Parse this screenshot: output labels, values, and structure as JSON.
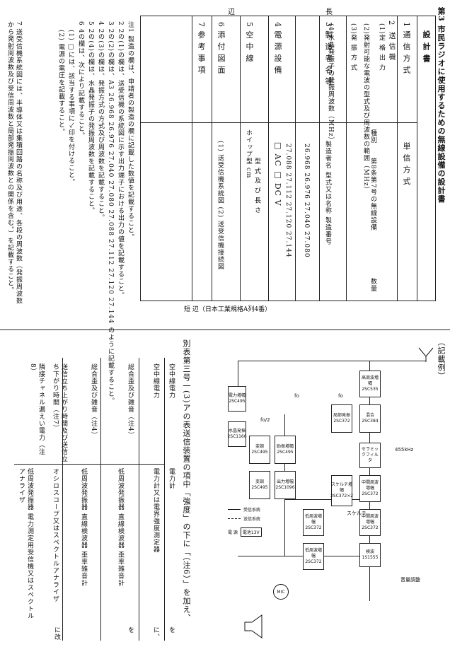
{
  "top": {
    "form_title": "第3 市民ラジオに使用するための無線設備の設計書",
    "side_labels": [
      "長",
      "辺"
    ],
    "table_header": {
      "design_book": "設 計 書",
      "type_label": "種別",
      "type_value": "第8条第7号の無線設備",
      "count_label": "数量"
    },
    "rows": [
      {
        "no": "1",
        "label": "通 信 方 式",
        "value": "単 信 方 式"
      },
      {
        "no": "2",
        "label": "送 信 機",
        "sub": [
          {
            "key": "(1)",
            "text": "定 格 出 力"
          },
          {
            "key": "(2)",
            "text": "発射可能な電波の型式及び周波数の範囲（MHz）"
          },
          {
            "key": "(3)",
            "text": "発 振 方 式"
          },
          {
            "key": "(4)",
            "text": "水晶発振子の発振周波数（MHz）"
          }
        ],
        "freq_rows": [
          "26.968 26.976 27.040 27.080",
          "27.088 27.112 27.120 27.144"
        ]
      },
      {
        "no": "3",
        "label": "製 造 者 名 等",
        "value": "製造者名 型式又は名称 製造番号"
      },
      {
        "no": "4",
        "label": "電 源 設 備",
        "value": "□ AC □ DC V"
      },
      {
        "no": "5",
        "label": "空 中 線",
        "value": "型 式 及 び 長 さ",
        "extra": "ホイップ型 cm"
      },
      {
        "no": "6",
        "label": "添 付 図 面",
        "value": "(1) 送受信機系統図 (2) 送受信機接続図"
      },
      {
        "no": "7",
        "label": "参 考 事 項",
        "value": ""
      }
    ],
    "footer_label": "短 辺（日本工業規格A列4番）",
    "notes": [
      "注1 製造の欄は、申請者の製造の欄に記載した数値を記載すること。",
      "2 2の(1)の欄は、送受信機の系統図に示す出力端子における出力の値を記載すること。",
      "3 2の(2)の欄は、A3 26.968 26.976 27.040 27.080 27.088 27.112 27.120 27.144 のように記載すること。",
      "4 2の(3)の欄は、発振方式の方式及び周波数を記載すること。",
      "5 2の(4)の欄は、水晶発振子の発振周波数を記載すること。",
      "6 4の欄は、次により記載すること。",
      "(1) □には、該当する事項に✓印を付けること。",
      "(2) 電源の電圧を記載すること。",
      "7 送受信機系統図には、半導体又は集積回路の名称及び用途、各段の周波数（発振周波数から発射周波数及び受信周波数と局部発振周波数との関係を含む。）を記載すること。"
    ]
  },
  "bottom": {
    "example_label": "（記載例）",
    "amendment_text": "別表第三号一(3)アの表送信装置の項中「強度」の下に「（注6）」を加え、",
    "conditions": [
      {
        "label": "空中線電力",
        "method": "電力計",
        "suffix": "を"
      },
      {
        "label": "空中線電力",
        "method": "電力計又は電界強度測定器",
        "suffix": "に、"
      },
      {
        "label": "総合歪及び雑音（注4）",
        "method": "低周波発振器 直線検波器 歪率雑音計",
        "suffix": "を"
      },
      {
        "label": "総合歪及び雑音（注4）",
        "method": "低周波発振器 直線検波器 歪率雑音計",
        "suffix": ""
      },
      {
        "label": "送信立ち上がり時間及び送信立ち下がり時間（注7）",
        "method": "オシロスコープ又はスペクトルアナライザ",
        "suffix": ""
      },
      {
        "label": "隣接チャネル漏えい電力（注8）",
        "method": "低周波発振器 電力測定用受信機又はスペクトルアナライザ",
        "suffix": "に改"
      }
    ],
    "legend": {
      "rx": "受信系統",
      "tx": "送信系統",
      "power_label": "電 源",
      "power_value": "電池13V"
    },
    "blocks": {
      "rf_amp": "高周波増幅 2SC535",
      "mixer1": "混合 2SC384",
      "osc": "局部発振 2SC372",
      "filter": "セラミックフィルタ",
      "if1": "中間周波増幅 2SC372",
      "if2": "中間周波増幅 2SC372",
      "det": "検波 1S1555",
      "squelch": "スケルチ増幅 2SC372×2",
      "lf1": "低周波増幅 2SC372",
      "lf2": "低周波増幅 2SC372",
      "out_amp": "出力増幅 2SC1096",
      "drive": "励振増幅 2SC495",
      "mod1": "変調 2SC495",
      "mod2": "変調 2SC495",
      "xtal_osc": "水晶発振 2SC1166",
      "pwr_amp": "電力増幅 2SC495",
      "if_freq": "455kHz",
      "fo": "fo",
      "fo2": "fo",
      "fo_label": "fo/2",
      "squelch_label": "スケルチ",
      "vol_label": "音量調整",
      "mic": "MIC"
    }
  }
}
